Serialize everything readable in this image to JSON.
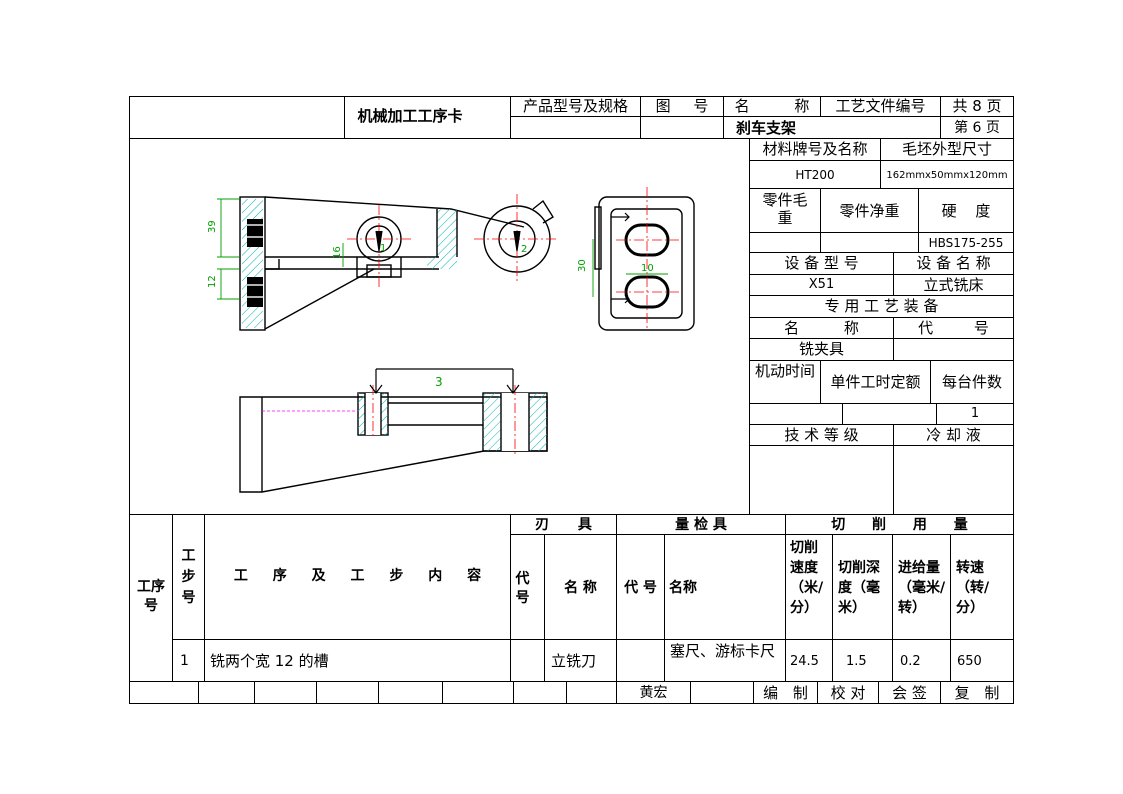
{
  "header": {
    "card_title": "机械加工工序卡",
    "product_model_label": "产品型号及规格",
    "drawing_no_label": "图 号",
    "name_label": "名 称",
    "doc_no_label": "工艺文件编号",
    "total_pages": "共 8 页",
    "part_name": "刹车支架",
    "page_no": "第 6 页"
  },
  "side": {
    "material_label": "材料牌号及名称",
    "blank_size_label": "毛坯外型尺寸",
    "material": "HT200",
    "blank_size": "162mmx50mmx120mm",
    "gross_weight_label": "零件毛重",
    "net_weight_label": "零件净重",
    "hardness_label": "硬 度",
    "hardness": "HBS175-255",
    "equip_model_label": "设 备 型 号",
    "equip_name_label": "设 备 名 称",
    "equip_model": "X51",
    "equip_name": "立式铣床",
    "special_equip_label": "专 用 工 艺 装 备",
    "tool_name_label": "名 称",
    "tool_code_label": "代 号",
    "fixture": "铣夹具",
    "machine_time_label": "机动时间",
    "unit_time_label": "单件工时定额",
    "per_unit_label": "每台件数",
    "per_unit": "1",
    "tech_grade_label": "技 术 等 级",
    "coolant_label": "冷 却 液"
  },
  "drawing": {
    "dim_39": "39",
    "dim_12": "12",
    "dim_16": "16",
    "mark_1": "1",
    "mark_2": "2",
    "dim_30": "30",
    "dim_10": "10",
    "dim_3": "3"
  },
  "table": {
    "op_no_label": "工序号",
    "step_no_label": "工步号",
    "content_label": "工 序 及 工 步 内 容",
    "cutter_label": "刃 具",
    "gauge_label": "量 检 具",
    "cutting_label": "切 削 用 量",
    "code_label": "代号",
    "name_label": "名 称",
    "gauge_code_label": "代 号",
    "gauge_name_label": "名称",
    "speed_label": "切削速度（米/分）",
    "depth_label": "切削深度（毫米）",
    "feed_label": "进给量（毫米/转）",
    "rpm_label": "转速（转/分）",
    "rows": [
      {
        "step": "1",
        "content": "铣两个宽 12 的槽",
        "cutter_code": "",
        "cutter_name": "立铣刀",
        "gauge_code": "",
        "gauge_name": "塞尺、游标卡尺",
        "speed": "24.5",
        "depth": "1.5",
        "feed": "0.2",
        "rpm": "650"
      }
    ]
  },
  "footer": {
    "author": "黄宏",
    "compile_label": "编 制",
    "check_label": "校 对",
    "countersign_label": "会 签",
    "review_label": "复 制"
  },
  "colors": {
    "ink": "#000000",
    "hatch": "#00b4b4",
    "center": "#ff0000",
    "dim": "#00a000",
    "hidden": "#ff00ff"
  }
}
